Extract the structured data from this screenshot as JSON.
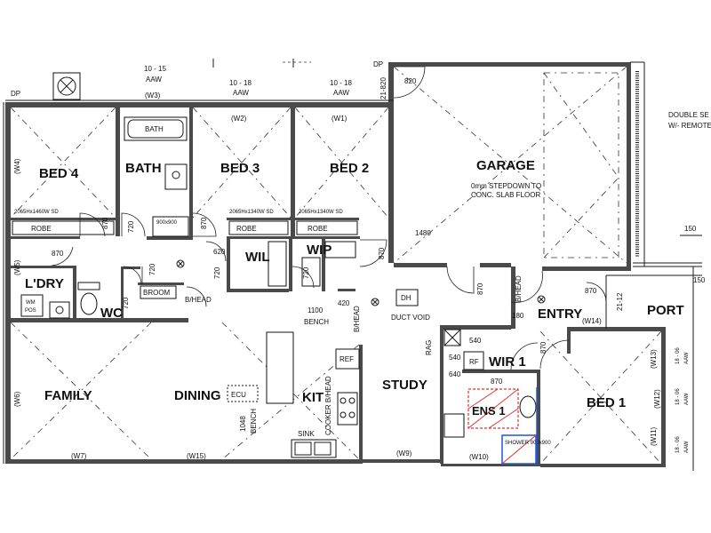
{
  "rooms": {
    "bed4": "BED 4",
    "bath": "BATH",
    "bed3": "BED 3",
    "bed2": "BED 2",
    "garage": "GARAGE",
    "wil": "WIL",
    "wip": "WIP",
    "ldry": "L'DRY",
    "wc": "WC",
    "family": "FAMILY",
    "dining": "DINING",
    "kit": "KIT",
    "study": "STUDY",
    "wir1": "WIR 1",
    "ens1": "ENS 1",
    "entry": "ENTRY",
    "port": "PORT",
    "bed1": "BED 1"
  },
  "fixtures": {
    "bath_tub": "BATH",
    "robe_bed4": "ROBE",
    "robe_bed3": "ROBE",
    "robe_bed2": "ROBE",
    "broom": "BROOM",
    "wm": "WM",
    "pos": "POS",
    "dh": "DH",
    "ref_kit": "REF",
    "ref_wir": "RF",
    "ecu": "ECU",
    "sink": "SINK",
    "bench_kit": "BENCH",
    "bench_dining": "BENCH",
    "cooker": "COOKER B/HEAD",
    "bhead_kit": "B/HEAD",
    "bhead_gar": "B/HEAD",
    "bhead_wc": "B/HEAD",
    "duct_void": "DUCT VOID",
    "rag": "RAG",
    "shower_bath": "900x900",
    "shower_ens": "SHOWER 900x900",
    "stepdown_1": "0mm  STEPDOWN TO",
    "stepdown_2": "CONC. SLAB FLOOR",
    "double_1": "DOUBLE SE",
    "double_2": "W/- REMOTE",
    "dp_left": "DP",
    "dp_top": "DP"
  },
  "windows": {
    "w3_size": "10 - 15",
    "w3_type": "AAW",
    "w3_tag": "(W3)",
    "w2_size": "10 - 18",
    "w2_type": "AAW",
    "w2_tag": "(W2)",
    "w1_size": "10 - 18",
    "w1_type": "AAW",
    "w1_tag": "(W1)",
    "w4": "(W4)",
    "w5": "(W5)",
    "w6": "(W6)",
    "w7": "(W7)",
    "w15": "(W15)",
    "w9": "(W9)",
    "w10": "(W10)",
    "w11": "(W11)",
    "w13": "(W13)",
    "w14": "(W14)",
    "w12": "(W12)",
    "r1_size": "18 - 06",
    "r1_type": "AAW",
    "r2_size": "18 - 06",
    "r2_type": "AAW",
    "r3_size": "18 - 06",
    "r3_type": "AAW"
  },
  "sizes": {
    "sd_bed4": "2065Hx1460W SD",
    "sd_bed3": "2065Hx1340W SD",
    "sd_bed2": "2065Hx1340W SD"
  },
  "dims": {
    "d820": "820",
    "d2182": "21-820",
    "d870_bed4": "870",
    "d720_bath": "720",
    "d870_bed3": "870",
    "d870_ldry": "870",
    "d720_hall": "720",
    "d620": "620",
    "d720_wil": "720",
    "d720_wip": "720",
    "d870_wip": "870",
    "d420": "420",
    "d870_gar": "870",
    "d1480": "1480",
    "d870_entry": "870",
    "d180": "180",
    "d2112": "21-12",
    "d150a": "150",
    "d150b": "150",
    "d1100": "1100",
    "d720_wc": "720",
    "d540a": "540",
    "d540b": "540",
    "d640": "640",
    "d870_ens": "870",
    "d870_bed1": "870",
    "d1048": "1048"
  }
}
